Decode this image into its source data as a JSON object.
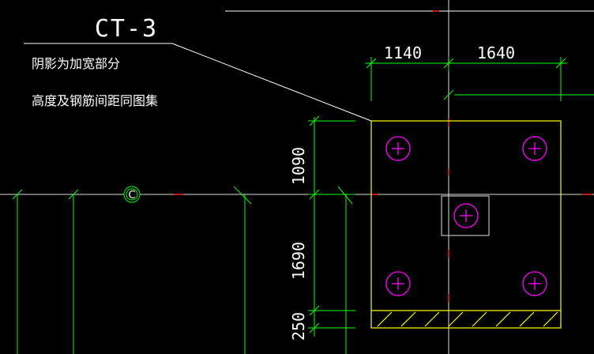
{
  "drawing": {
    "title": "CT-3",
    "notes": [
      "阴影为加宽部分",
      "高度及钢筋间距同图集"
    ],
    "axis_label": "C",
    "dimensions_top": [
      "1140",
      "1640"
    ],
    "dimensions_left": [
      "1090",
      "1690",
      "250"
    ]
  },
  "colors": {
    "background": "#000000",
    "green": "#00ff00",
    "yellow": "#ffff00",
    "magenta": "#ff00ff",
    "white": "#ffffff",
    "red": "#ff2020",
    "grey": "#bbbbbb"
  }
}
